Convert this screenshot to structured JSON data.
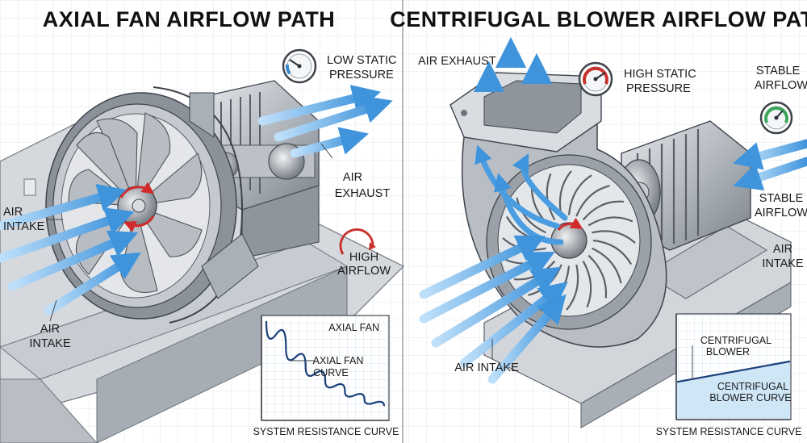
{
  "left_panel": {
    "title": "AXIAL FAN AIRFLOW PATH",
    "labels": {
      "pressure": [
        "LOW STATIC",
        "PRESSURE"
      ],
      "exhaust": [
        "AIR",
        "EXHAUST"
      ],
      "intake_upper": [
        "AIR",
        "INTAKE"
      ],
      "intake_lower": [
        "AIR",
        "INTAKE"
      ],
      "airflow": [
        "HIGH",
        "AIRFLOW"
      ]
    },
    "gauge": {
      "label": "low-static-pressure-gauge",
      "needle_level": 0.3,
      "accent": "#3a88c9"
    },
    "airflow_gauge": {
      "accent": "#c8322c"
    },
    "chart": {
      "series_label": "AXIAL FAN",
      "curve_label": [
        "AXIAL FAN",
        "CURVE"
      ],
      "footer": "SYSTEM RESISTANCE CURVE"
    }
  },
  "right_panel": {
    "title": "CENTRIFUGAL BLOWER AIRFLOW PATH",
    "labels": {
      "exhaust": "AIR EXHAUST",
      "pressure": [
        "HIGH STATIC",
        "PRESSURE"
      ],
      "stable_top": [
        "STABLE",
        "AIRFLOW"
      ],
      "stable_mid": [
        "STABLE",
        "AIRFLOW"
      ],
      "intake_right": [
        "AIR",
        "INTAKE"
      ],
      "intake_bottom": "AIR INTAKE"
    },
    "pressure_gauge": {
      "accent": "#c8322c",
      "needle_level": 0.8
    },
    "stable_gauge": {
      "accent": "#3aa65a",
      "needle_level": 0.6
    },
    "chart": {
      "series_label": [
        "CENTRIFUGAL",
        "BLOWER"
      ],
      "fill_label": [
        "CENTRIFUGAL",
        "BLOWER CURVE"
      ],
      "footer": "SYSTEM RESISTANCE CURVE"
    }
  },
  "colors": {
    "airflow_blue": "#4a9de0",
    "airflow_light": "#bfe0fa",
    "metal_dark": "#5b6068",
    "metal_mid": "#9aa0a8",
    "metal_light": "#d7dade",
    "chart_line": "#1b3f7a",
    "chart_fill": "#cfe6f7",
    "red_arrow": "#d22a2a"
  },
  "chart_data": [
    {
      "type": "line",
      "series": [
        {
          "name": "AXIAL FAN",
          "values": [
            1.0,
            0.72,
            0.52,
            0.37,
            0.26,
            0.17,
            0.1
          ]
        }
      ],
      "x": [
        0,
        1,
        2,
        3,
        4,
        5,
        6
      ],
      "xlabel": "SYSTEM RESISTANCE CURVE",
      "ylabel": ""
    },
    {
      "type": "area",
      "series": [
        {
          "name": "CENTRIFUGAL BLOWER",
          "values": [
            0.36,
            0.4,
            0.44,
            0.48,
            0.52,
            0.56
          ]
        }
      ],
      "x": [
        0,
        1,
        2,
        3,
        4,
        5
      ],
      "xlabel": "SYSTEM RESISTANCE CURVE",
      "ylabel": ""
    }
  ]
}
